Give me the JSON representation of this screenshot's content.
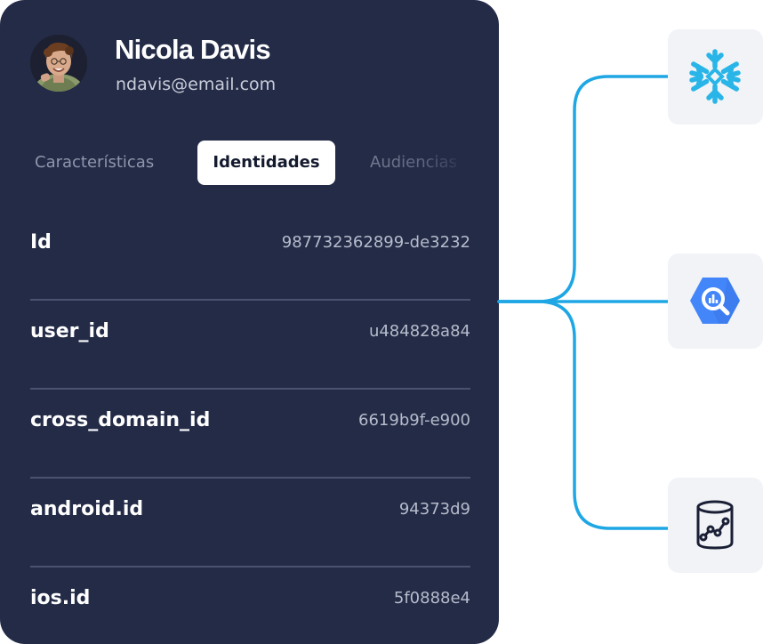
{
  "profile": {
    "name": "Nicola Davis",
    "email": "ndavis@email.com"
  },
  "tabs": [
    {
      "label": "Características",
      "active": false
    },
    {
      "label": "Identidades",
      "active": true
    },
    {
      "label": "Audiencias",
      "active": false
    }
  ],
  "identities": [
    {
      "label": "Id",
      "value": "987732362899-de3232"
    },
    {
      "label": "user_id",
      "value": "u484828a84"
    },
    {
      "label": "cross_domain_id",
      "value": "6619b9f-e900"
    },
    {
      "label": "android.id",
      "value": "94373d9"
    },
    {
      "label": "ios.id",
      "value": "5f0888e4"
    }
  ],
  "destinations": [
    {
      "icon": "snowflake-icon"
    },
    {
      "icon": "bigquery-icon"
    },
    {
      "icon": "database-analytics-icon"
    }
  ],
  "colors": {
    "card_background": "#232b47",
    "connector": "#1ea7e4",
    "snowflake": "#29b5e8",
    "bigquery": "#4386fa",
    "tile_background": "#f1f3f6"
  }
}
